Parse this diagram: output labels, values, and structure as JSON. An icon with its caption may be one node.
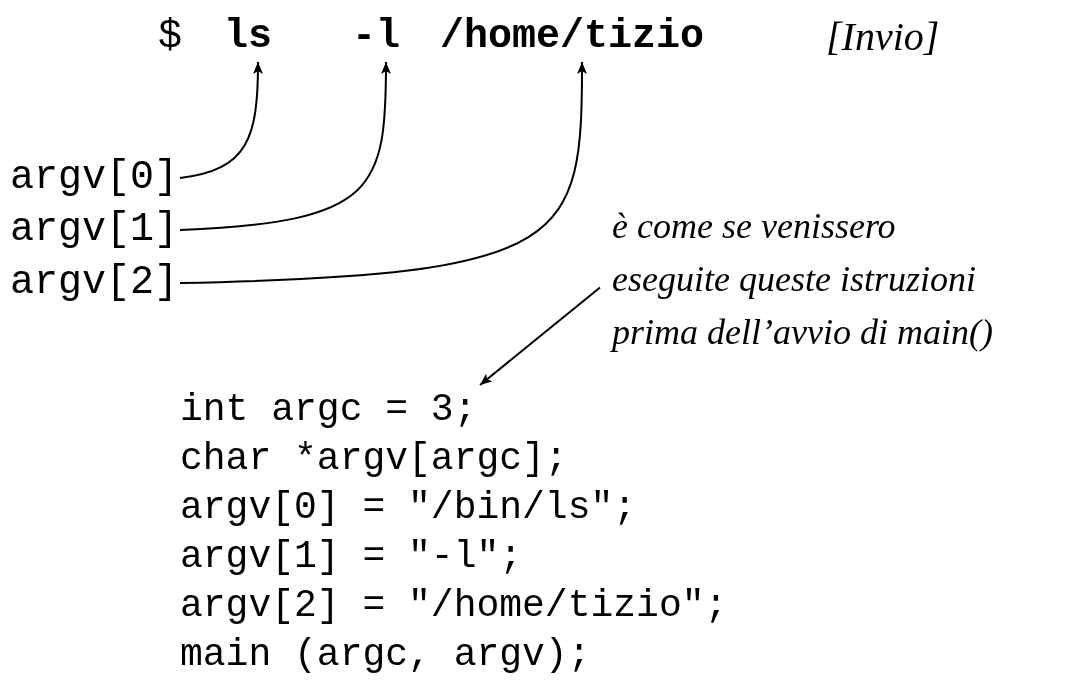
{
  "diagram": {
    "nodes": [
      {
        "text": [
          "ls"
        ]
      },
      {
        "text": [
          "-l"
        ]
      },
      {
        "text": [
          "/home/tizio"
        ]
      },
      {
        "text": [
          "argv[0]"
        ]
      },
      {
        "text": [
          "argv[1]"
        ]
      },
      {
        "text": [
          "argv[2]"
        ]
      },
      {
        "text": [
          "è come se venissero eseguite queste istruzioni prima dell’avvio di main()"
        ]
      },
      {
        "text": [
          "int argc = 3;",
          "char *argv[argc];",
          "argv[0] = \"/bin/ls\";",
          "argv[1] = \"-l\";",
          "argv[2] = \"/home/tizio\";",
          "main (argc, argv);"
        ]
      }
    ],
    "edges": [
      {
        "from": 3,
        "to": 0,
        "arrow": "to"
      },
      {
        "from": 4,
        "to": 1,
        "arrow": "to"
      },
      {
        "from": 5,
        "to": 2,
        "arrow": "to"
      },
      {
        "from": 6,
        "to": 7,
        "arrow": "to"
      }
    ],
    "labels": [
      "$",
      "[Invio]"
    ]
  }
}
